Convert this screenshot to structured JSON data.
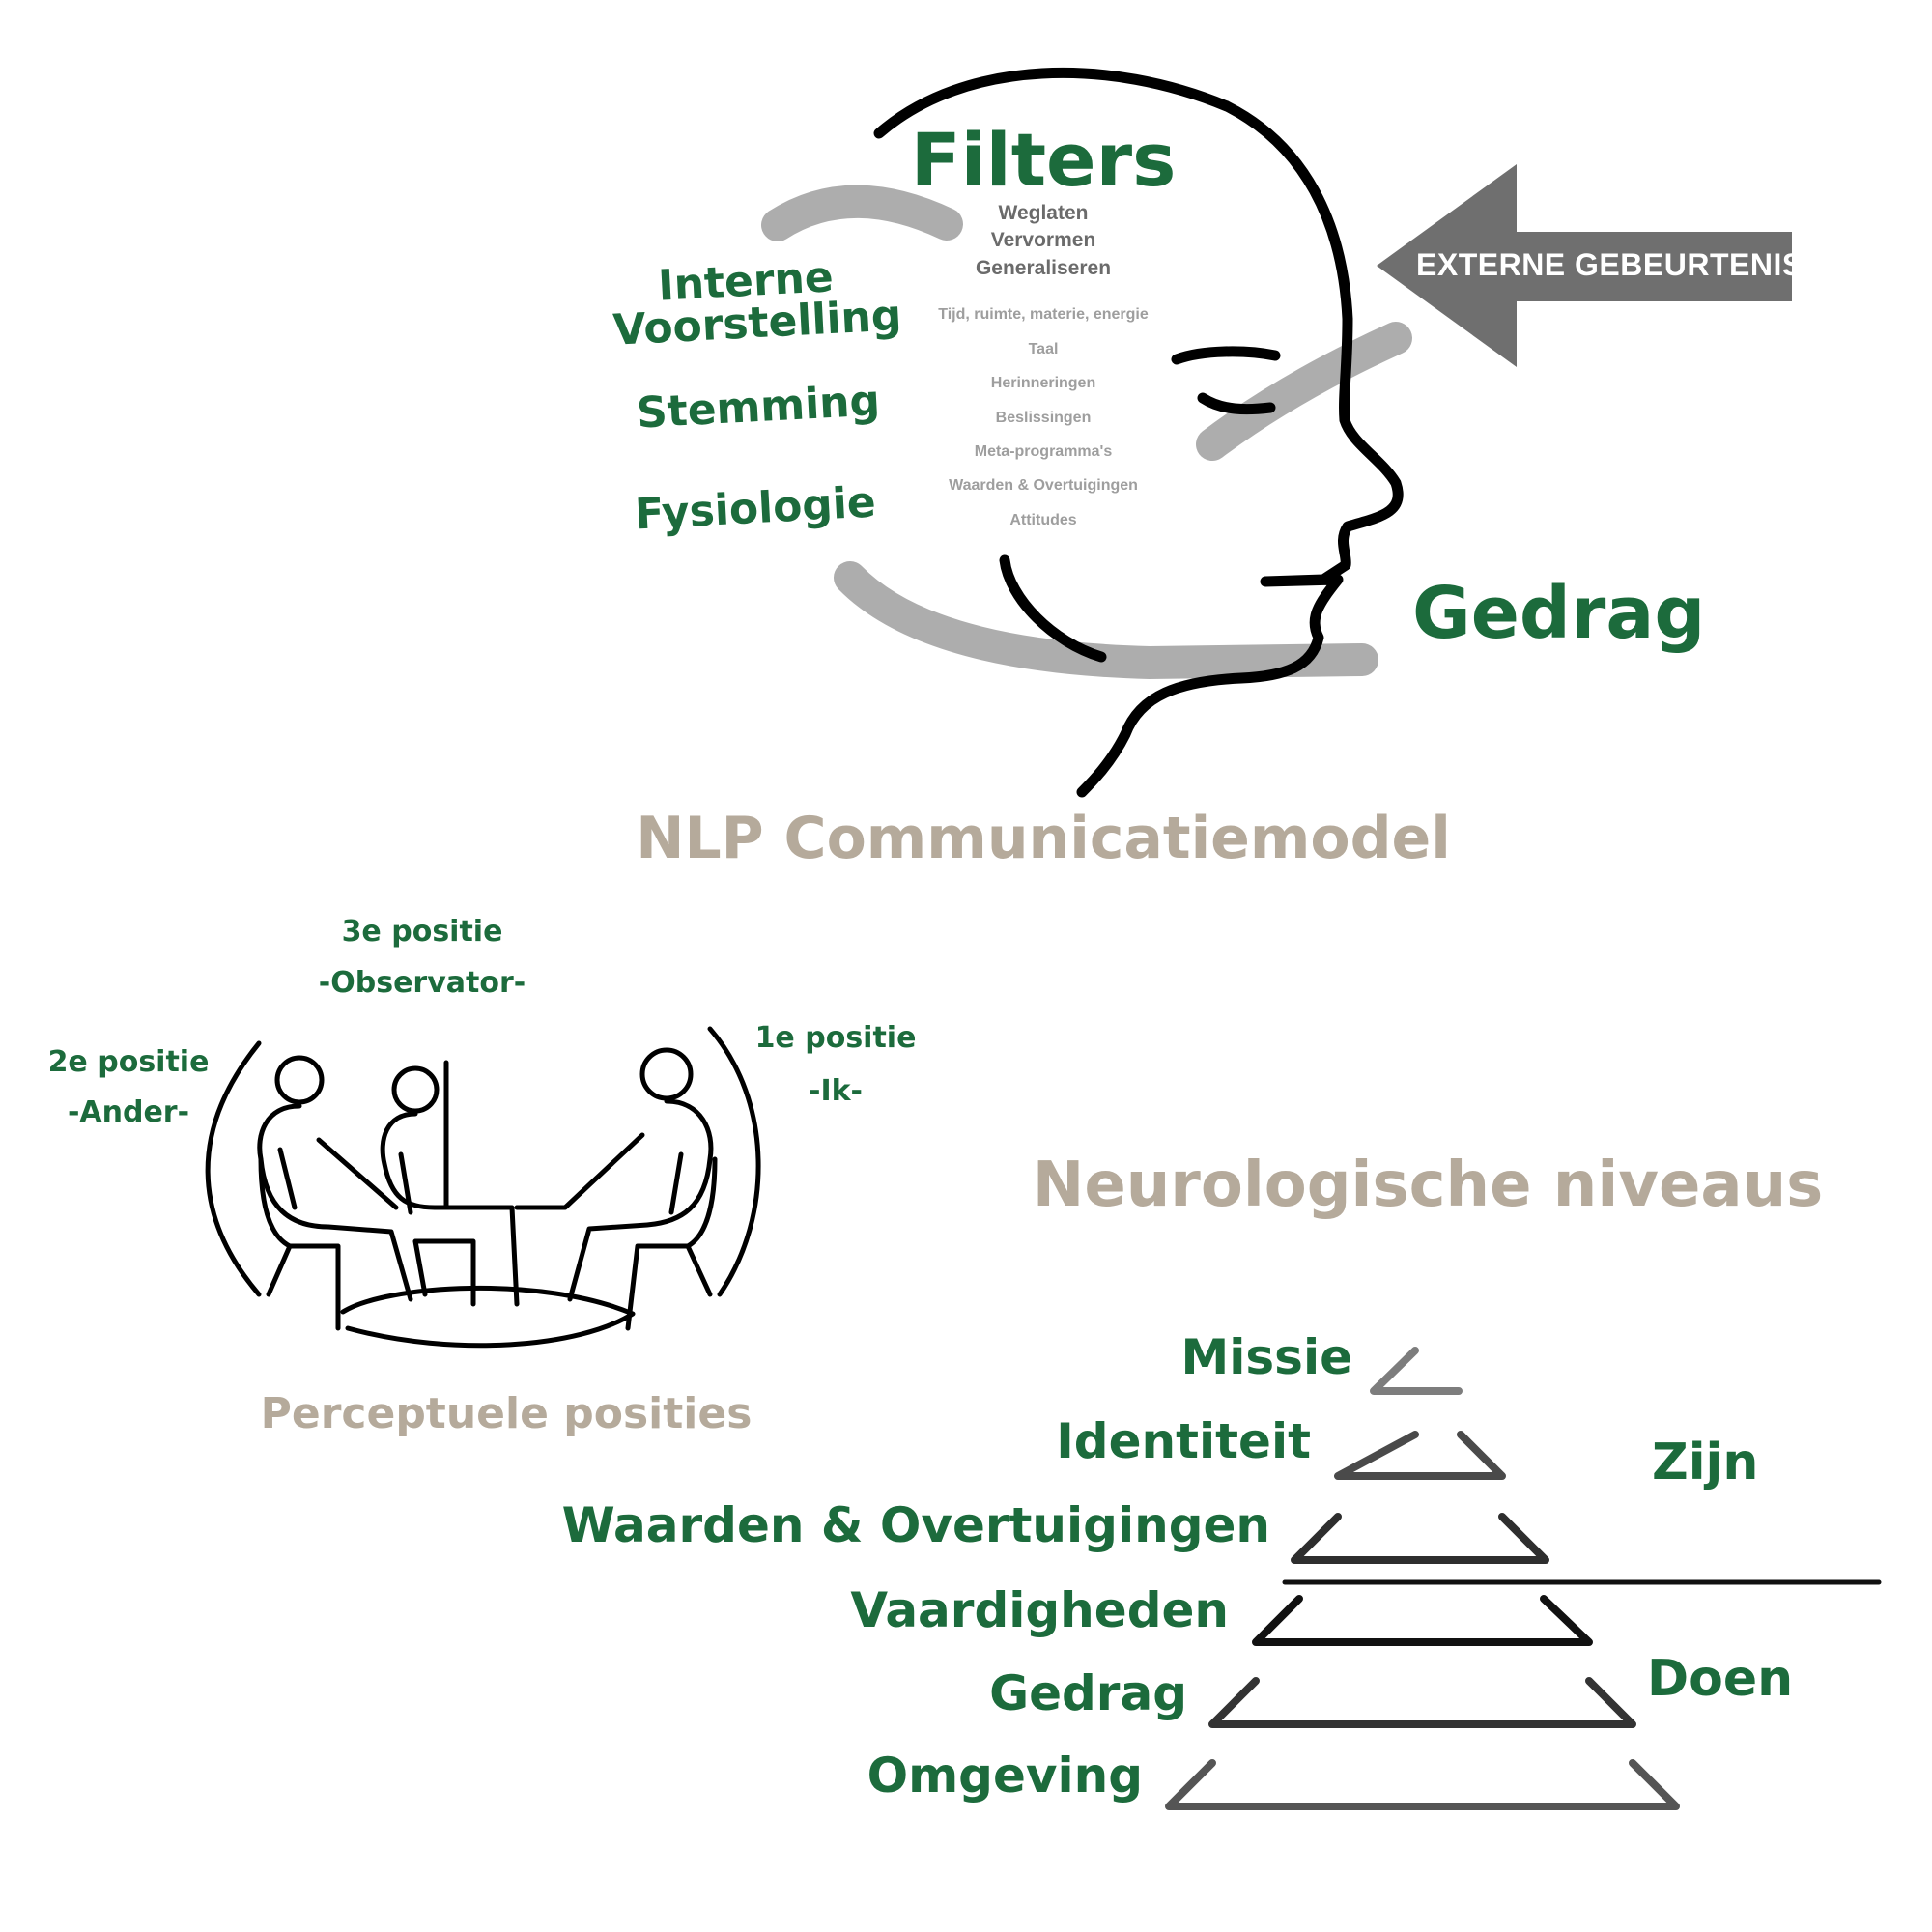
{
  "nlp_model": {
    "title": "NLP Communicatiemodel",
    "filters_title": "Filters",
    "filter_processes": [
      "Weglaten",
      "Vervormen",
      "Generaliseren"
    ],
    "filter_items": [
      "Tijd, ruimte, materie, energie",
      "Taal",
      "Herinneringen",
      "Beslissingen",
      "Meta-programma's",
      "Waarden & Overtuigingen",
      "Attitudes"
    ],
    "inner_state": {
      "interne_line1": "Interne",
      "interne_line2": "Voorstelling",
      "stemming": "Stemming",
      "fysiologie": "Fysiologie"
    },
    "gedrag": "Gedrag",
    "external_event": "EXTERNE GEBEURTENIS"
  },
  "perceptual_positions": {
    "title": "Perceptuele posities",
    "third_line1": "3e positie",
    "third_line2": "-Observator-",
    "second_line1": "2e positie",
    "second_line2": "-Ander-",
    "first_line1": "1e positie",
    "first_line2": "-Ik-"
  },
  "neuro_levels": {
    "title": "Neurologische niveaus",
    "levels": [
      "Missie",
      "Identiteit",
      "Waarden & Overtuigingen",
      "Vaardigheden",
      "Gedrag",
      "Omgeving"
    ],
    "zijn": "Zijn",
    "doen": "Doen"
  },
  "colors": {
    "green": "#1c6b3c",
    "tan": "#b5aa9b",
    "arrow": "#6f6f6f",
    "swoosh": "#a9a9a9"
  }
}
